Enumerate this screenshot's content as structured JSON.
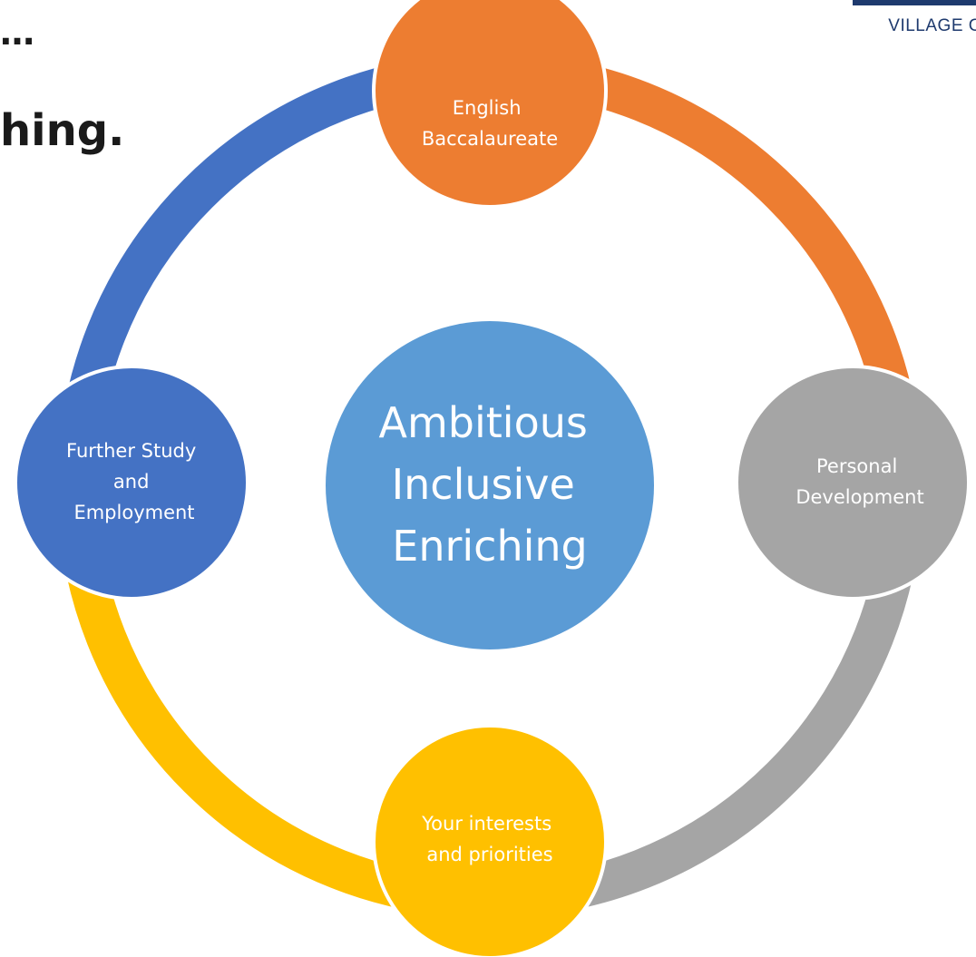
{
  "heading": {
    "line1": "…",
    "line2": "hing."
  },
  "logo": {
    "text": "VILLAGE C"
  },
  "center": {
    "lines": [
      "Ambitious",
      "Inclusive",
      "Enriching"
    ],
    "color": "#5b9bd5"
  },
  "nodes": [
    {
      "id": "english-baccalaureate",
      "lines": [
        "English",
        "Baccalaureate"
      ],
      "color": "#ed7d31"
    },
    {
      "id": "personal-development",
      "lines": [
        "Personal",
        "Development"
      ],
      "color": "#a5a5a5"
    },
    {
      "id": "your-interests",
      "lines": [
        "Your interests",
        "and priorities"
      ],
      "color": "#ffc000"
    },
    {
      "id": "further-study",
      "lines": [
        "Further Study",
        "and",
        "Employment"
      ],
      "color": "#4472c4"
    }
  ]
}
